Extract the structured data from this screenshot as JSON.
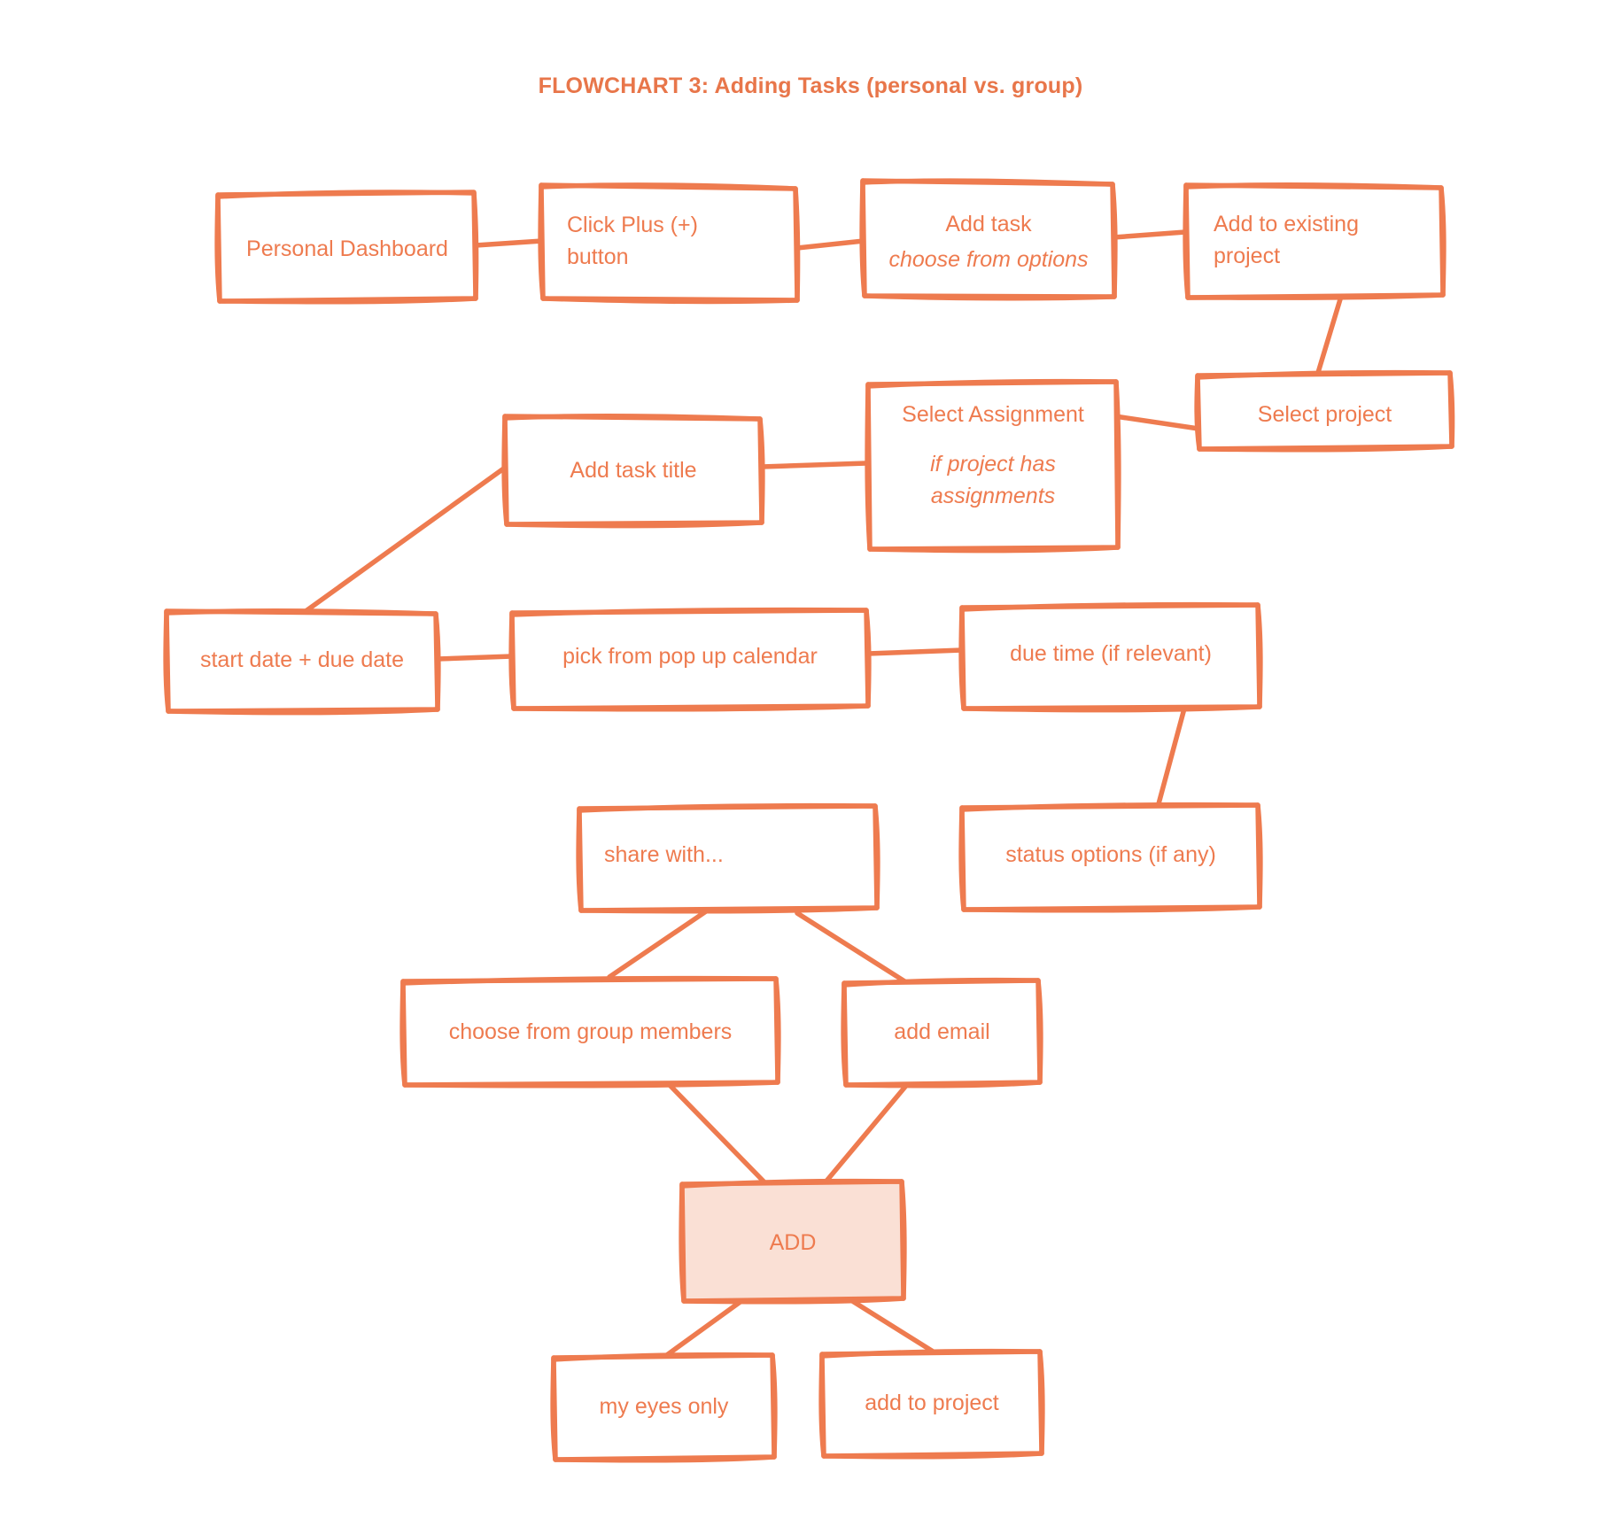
{
  "title": "FLOWCHART 3: Adding Tasks (personal vs. group)",
  "colors": {
    "stroke": "#EE7B4F",
    "title": "#E8764A",
    "text": "#EE7B4F",
    "highlight_fill": "#FAE0D5",
    "background": "#FFFFFF"
  },
  "chart_data": {
    "type": "diagram",
    "diagram_kind": "flowchart",
    "title": "FLOWCHART 3: Adding Tasks (personal vs. group)",
    "nodes": [
      {
        "id": "personal-dashboard",
        "label": "Personal Dashboard",
        "italic": "",
        "align": "center",
        "highlight": false
      },
      {
        "id": "click-plus-button",
        "label": "Click Plus (+)\nbutton",
        "italic": "",
        "align": "left",
        "highlight": false
      },
      {
        "id": "add-task",
        "label": "Add task",
        "italic": "choose from options",
        "align": "center",
        "highlight": false
      },
      {
        "id": "add-to-existing-project",
        "label": "Add to existing\nproject",
        "italic": "",
        "align": "left",
        "highlight": false
      },
      {
        "id": "select-project",
        "label": "Select project",
        "italic": "",
        "align": "center",
        "highlight": false
      },
      {
        "id": "select-assignment",
        "label": "Select Assignment",
        "italic": "if project has\nassignments",
        "align": "center",
        "highlight": false
      },
      {
        "id": "add-task-title",
        "label": "Add task title",
        "italic": "",
        "align": "center",
        "highlight": false
      },
      {
        "id": "start-date-due-date",
        "label": "start date + due date",
        "italic": "",
        "align": "center",
        "highlight": false
      },
      {
        "id": "pick-from-calendar",
        "label": "pick from pop up calendar",
        "italic": "",
        "align": "center",
        "highlight": false
      },
      {
        "id": "due-time",
        "label": "due time (if relevant)",
        "italic": "",
        "align": "center",
        "highlight": false
      },
      {
        "id": "status-options",
        "label": "status options (if any)",
        "italic": "",
        "align": "center",
        "highlight": false
      },
      {
        "id": "share-with",
        "label": "share with...",
        "italic": "",
        "align": "left",
        "highlight": false
      },
      {
        "id": "choose-group-members",
        "label": "choose from group members",
        "italic": "",
        "align": "center",
        "highlight": false
      },
      {
        "id": "add-email",
        "label": "add email",
        "italic": "",
        "align": "center",
        "highlight": false
      },
      {
        "id": "add-button",
        "label": "ADD",
        "italic": "",
        "align": "center",
        "highlight": true
      },
      {
        "id": "my-eyes-only",
        "label": "my eyes only",
        "italic": "",
        "align": "center",
        "highlight": false
      },
      {
        "id": "add-to-project",
        "label": "add to project",
        "italic": "",
        "align": "center",
        "highlight": false
      }
    ],
    "edges": [
      {
        "from": "personal-dashboard",
        "to": "click-plus-button"
      },
      {
        "from": "click-plus-button",
        "to": "add-task"
      },
      {
        "from": "add-task",
        "to": "add-to-existing-project"
      },
      {
        "from": "add-to-existing-project",
        "to": "select-project"
      },
      {
        "from": "select-project",
        "to": "select-assignment"
      },
      {
        "from": "select-assignment",
        "to": "add-task-title"
      },
      {
        "from": "add-task-title",
        "to": "start-date-due-date"
      },
      {
        "from": "start-date-due-date",
        "to": "pick-from-calendar"
      },
      {
        "from": "pick-from-calendar",
        "to": "due-time"
      },
      {
        "from": "due-time",
        "to": "status-options"
      },
      {
        "from": "share-with",
        "to": "choose-group-members"
      },
      {
        "from": "share-with",
        "to": "add-email"
      },
      {
        "from": "choose-group-members",
        "to": "add-button"
      },
      {
        "from": "add-email",
        "to": "add-button"
      },
      {
        "from": "add-button",
        "to": "my-eyes-only"
      },
      {
        "from": "add-button",
        "to": "add-to-project"
      }
    ]
  }
}
